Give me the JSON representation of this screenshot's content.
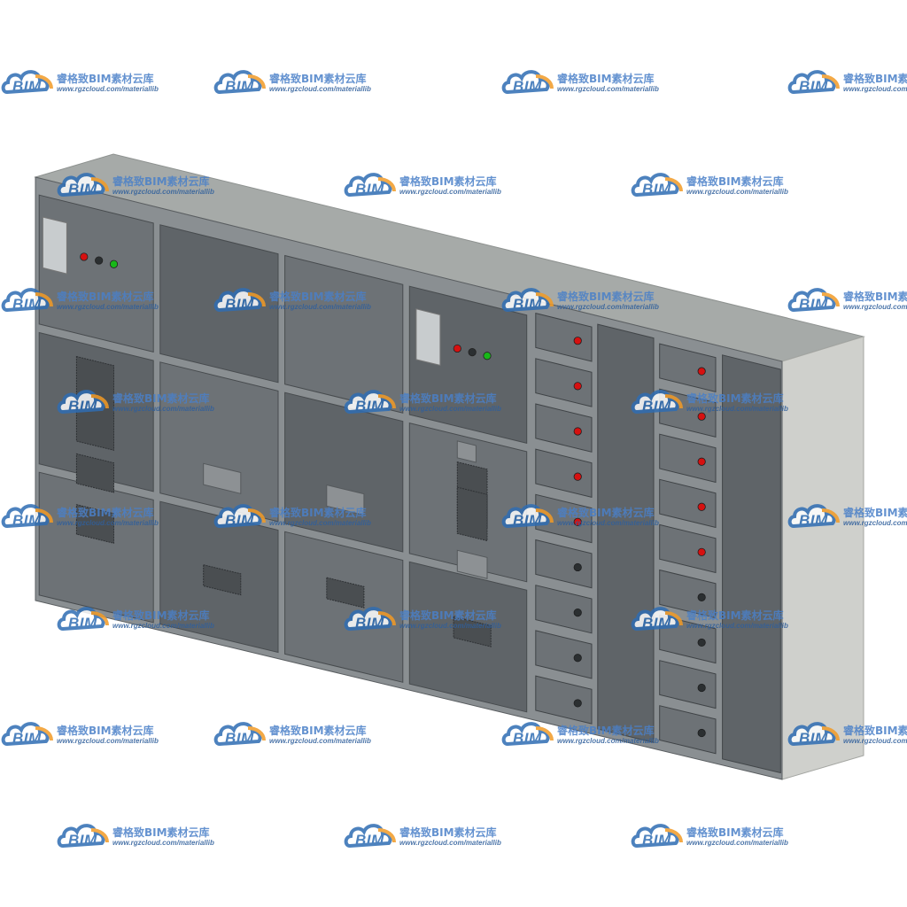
{
  "image": {
    "subject": "electrical-switchgear-cabinet",
    "colors": {
      "front": "#6d7276",
      "front_dark": "#5f6468",
      "frame": "#8a8f92",
      "top": "#a6aaa8",
      "side": "#cfd0cc",
      "lamp_red": "#d61010",
      "lamp_green": "#18b818",
      "lamp_dark": "#2b2f31",
      "meter": "#c8ccce"
    }
  },
  "watermark": {
    "logo_text": "BIM",
    "brand": "睿格致BIM素材云库",
    "url": "www.rgzcloud.com/materiallib",
    "logo_color": "#2f6db3",
    "accent_color": "#f29b26"
  }
}
